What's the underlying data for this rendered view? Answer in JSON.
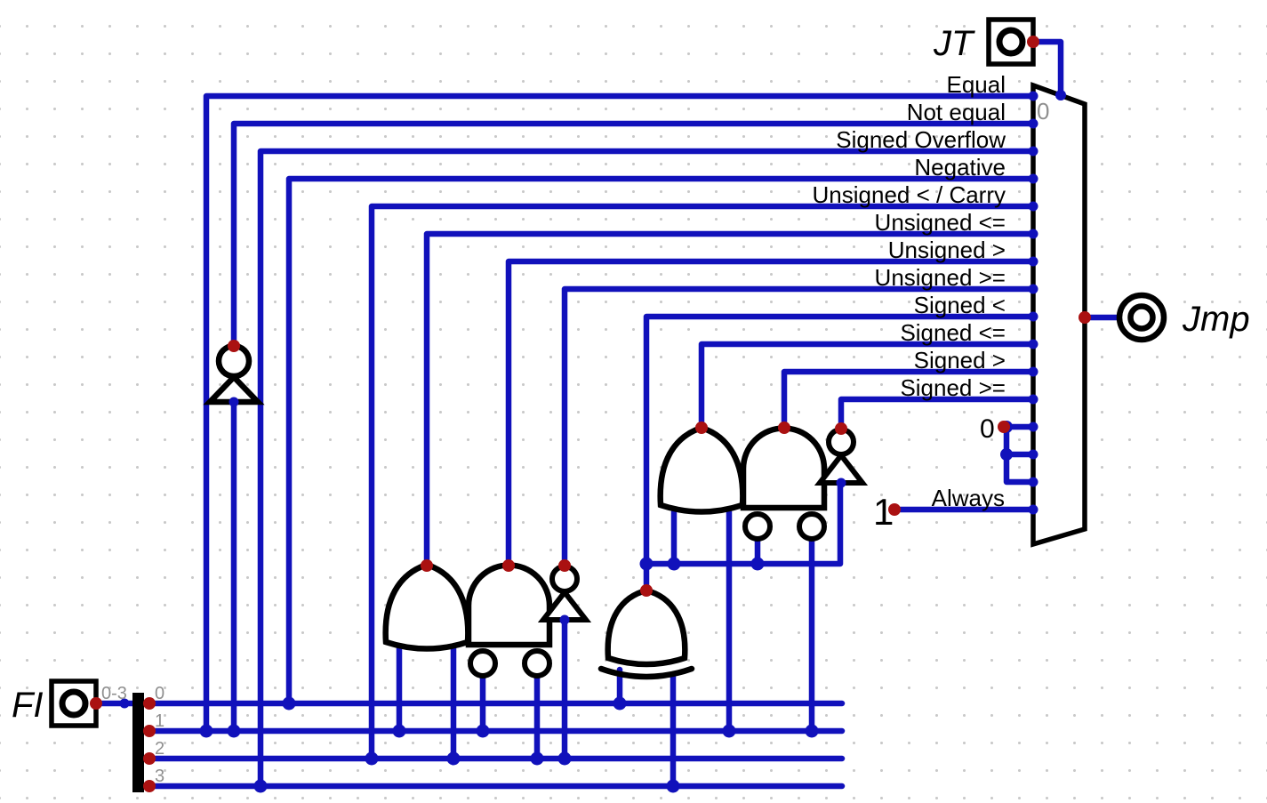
{
  "title": "jump-condition-multiplexer-circuit",
  "io": {
    "jt_label": "JT",
    "fi_label": "FI",
    "jmp_label": "Jmp",
    "fi_range_label": "0-3"
  },
  "splitter": {
    "bits": [
      "0",
      "1",
      "2",
      "3"
    ]
  },
  "mux": {
    "first_pin_label": "0"
  },
  "constants": {
    "zero": "0",
    "one": "1"
  },
  "signals": {
    "labels": [
      "Equal",
      "Not equal",
      "Signed Overflow",
      "Negative",
      "Unsigned < / Carry",
      "Unsigned <=",
      "Unsigned >",
      "Unsigned >=",
      "Signed <",
      "Signed <=",
      "Signed >",
      "Signed >="
    ],
    "always_label": "Always"
  },
  "colors": {
    "wire": "#1111bb",
    "output_dot": "#aa1111",
    "component": "#000000",
    "gray_label": "#8f8f8f",
    "background": "#ffffff"
  }
}
